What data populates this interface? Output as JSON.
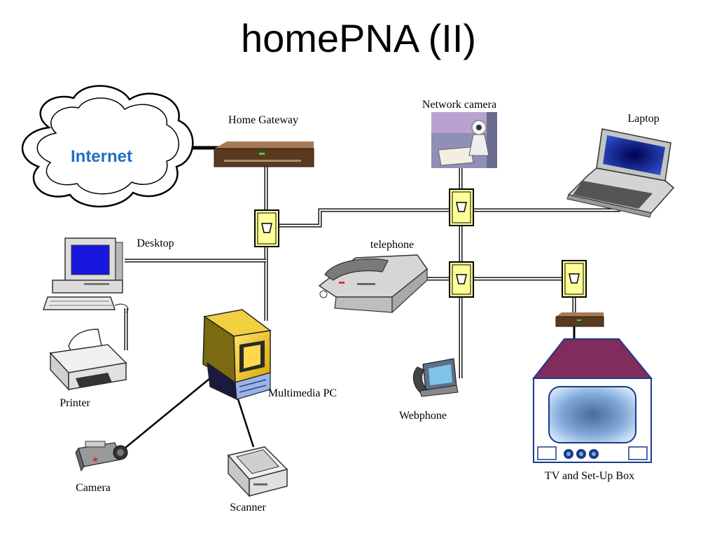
{
  "slide": {
    "title": "homePNA (II)"
  },
  "labels": {
    "internet": "Internet",
    "home_gateway": "Home Gateway",
    "network_camera": "Network camera",
    "laptop": "Laptop",
    "desktop": "Desktop",
    "telephone": "telephone",
    "printer": "Printer",
    "multimedia_pc": "Multimedia PC",
    "webphone": "Webphone",
    "camera": "Camera",
    "scanner": "Scanner",
    "tv_settop": "TV and Set-Up Box"
  }
}
